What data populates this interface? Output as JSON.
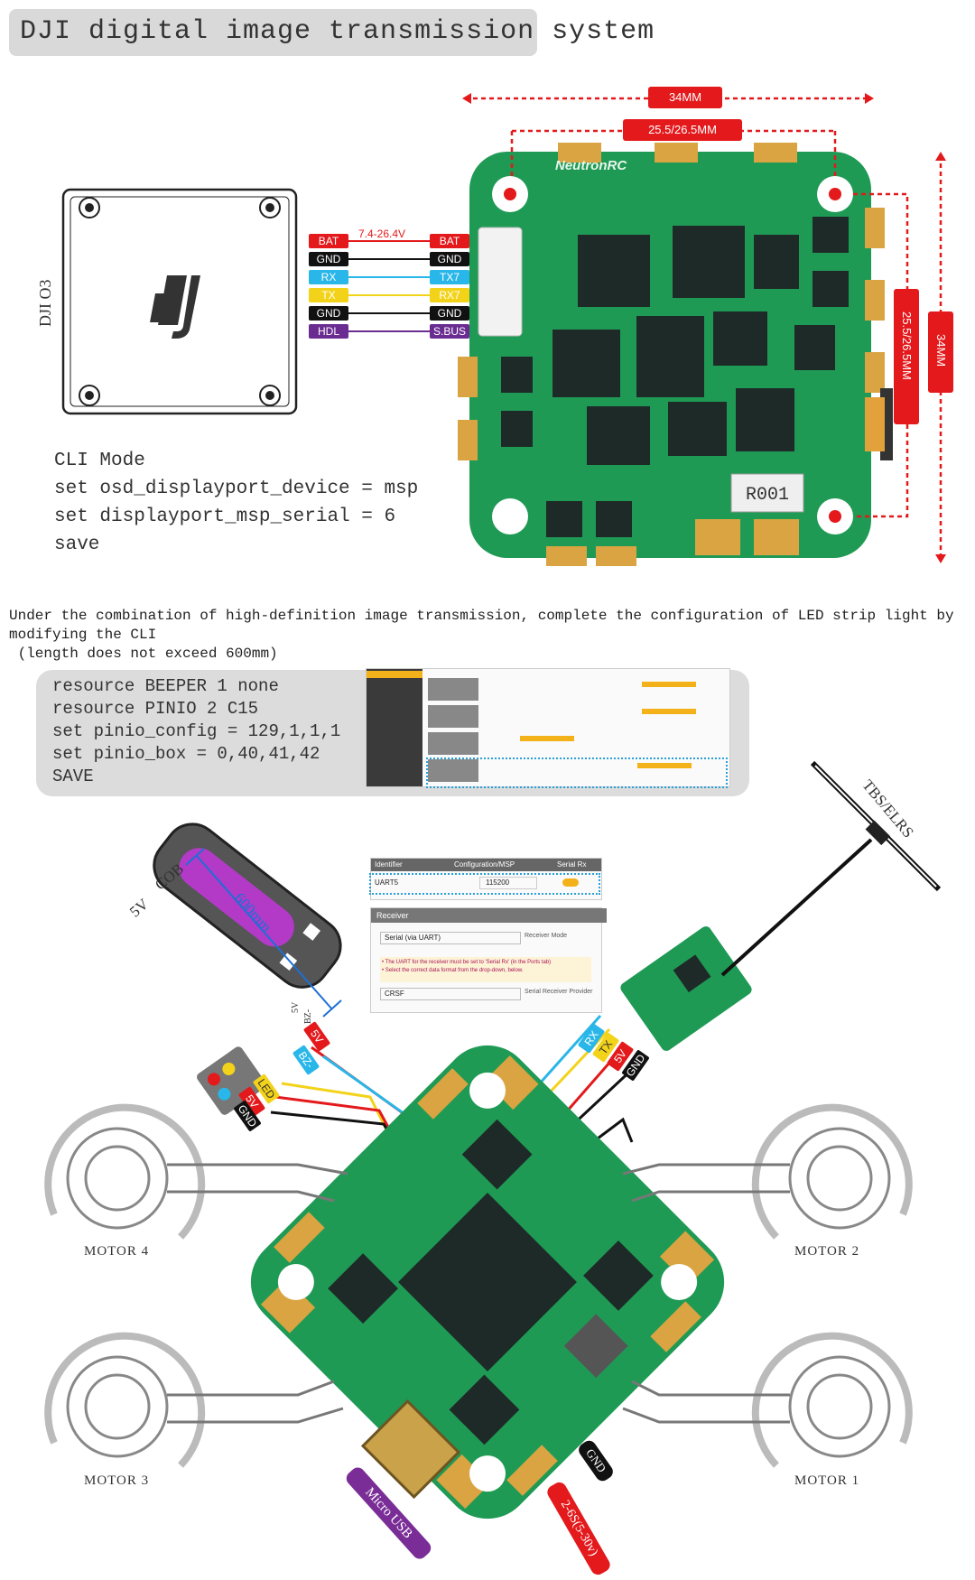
{
  "title": "DJI digital image transmission system",
  "dji_label": "DJI O3",
  "dims": {
    "top_outer": "34MM",
    "top_inner": "25.5/26.5MM",
    "right_inner": "25.5/26.5MM",
    "right_outer": "34MM"
  },
  "voltage": "7.4-26.4V",
  "wires_left": [
    "BAT",
    "GND",
    "RX",
    "TX",
    "GND",
    "HDL"
  ],
  "wires_right": [
    "BAT",
    "GND",
    "TX7",
    "RX7",
    "GND",
    "S.BUS"
  ],
  "wire_colors": [
    "#e3191c",
    "#111111",
    "#29b6e8",
    "#f3d31a",
    "#111111",
    "#6a2c91"
  ],
  "board_brand": "NeutronRC",
  "board_inductor": "R001",
  "cli_lines": [
    "CLI Mode",
    "set osd_displayport_device = msp",
    "set displayport_msp_serial = 6",
    "save"
  ],
  "paragraph": [
    "Under the combination of high-definition image transmission, complete the configuration of LED strip light by",
    "modifying the CLI",
    " (length does not exceed 600mm)"
  ],
  "pinio_lines": [
    "resource BEEPER 1 none",
    "resource PINIO 2 C15",
    "set pinio_config = 129,1,1,1",
    "set pinio_box = 0,40,41,42",
    "SAVE"
  ],
  "led_strip": {
    "left": "5V",
    "right": "COB",
    "length": "600mm",
    "pad1": "5V",
    "pad2": "BZ-"
  },
  "led_wires": [
    "5V",
    "BZ-"
  ],
  "buzzer_wires": [
    "LED",
    "5V",
    "GND"
  ],
  "rx_wires": [
    "RX",
    "TX",
    "5V",
    "GND"
  ],
  "antenna_label": "TBS/ELRS",
  "ports_table": {
    "headers": [
      "Identifier",
      "Configuration/MSP",
      "Serial Rx"
    ],
    "row": [
      "UART5",
      "115200"
    ]
  },
  "receiver_panel": {
    "title": "Receiver",
    "select1": "Serial (via UART)",
    "select1_label": "Receiver Mode",
    "note": "• The UART for the receiver must be set to 'Serial Rx' (in the Ports tab)\n• Select the correct data format from the drop-down, below.",
    "select2": "CRSF",
    "select2_label": "Serial Receiver Provider"
  },
  "motors": [
    "MOTOR 4",
    "MOTOR 2",
    "MOTOR 3",
    "MOTOR 1"
  ],
  "usb_label": "Micro USB",
  "gnd_label": "GND",
  "power_label": "2-6S(5-30v)",
  "colors": {
    "red": "#e3191c",
    "pcb": "#1f9a55",
    "gold": "#d9a441",
    "purple": "#7a2d96"
  }
}
